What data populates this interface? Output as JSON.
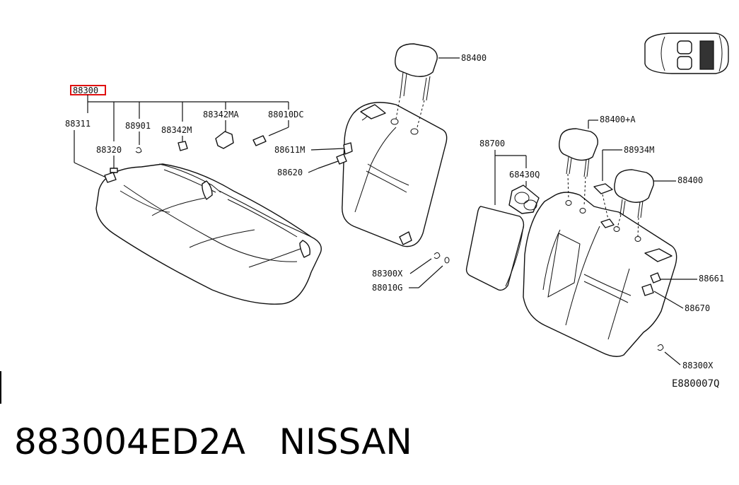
{
  "diagram": {
    "main_assembly": "88300",
    "labels": {
      "p88311": "88311",
      "p88320": "88320",
      "p88901": "88901",
      "p88342m": "88342M",
      "p88342ma": "88342MA",
      "p88010dc": "88010DC",
      "p88400_top": "88400",
      "p88611m": "88611M",
      "p88620": "88620",
      "p88700": "88700",
      "p68430q": "68430Q",
      "p88400a": "88400+A",
      "p88934m": "88934M",
      "p88400_right": "88400",
      "p88300x_mid": "88300X",
      "p88010g": "88010G",
      "p88661": "88661",
      "p88670": "88670",
      "p88300x_right": "88300X"
    },
    "drawing_code": "E880007Q"
  },
  "caption": {
    "part_number": "883004ED2A",
    "brand": "NISSAN",
    "text": "883004ED2A   NISSAN"
  },
  "colors": {
    "highlight": "#e01010",
    "ink": "#111111"
  }
}
